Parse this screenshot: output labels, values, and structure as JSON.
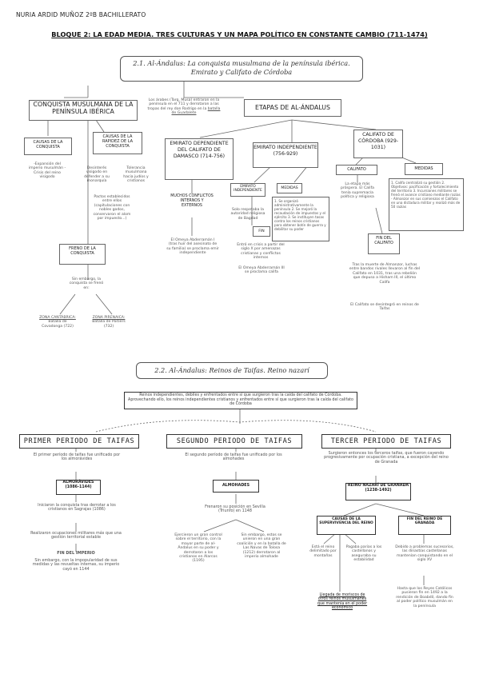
{
  "header": {
    "author": "NURIA ARDID MUÑOZ 2ºB BACHILLERATO"
  },
  "title": "BLOQUE 2: LA EDAD MEDIA. TRES CULTURAS Y UN MAPA POLÍTICO EN CONSTANTE CAMBIO (711-1474)",
  "s1": {
    "title_l1": "2.1. Al-Ándalus: La conquista musulmana de la península ibérica.",
    "title_l2": "Emirato y Califato de Córdoba",
    "conquista": "CONQUISTA MUSULMANA DE LA PENÍNSULA IBÉRICA",
    "intro_a": "Los árabes (Tarq, Musa) entraron en la península en el 711 y derrotaron a las tropas del rey don Rodrigo en la",
    "intro_b": "batalla de Guadalete",
    "etapas": "ETAPAS DE AL-ÁNDALUS",
    "causas": "CAUSAS DE LA CONQUISTA",
    "causas_txt": "-Expansión del imperio musulmán -Crisis del reino visigodo",
    "rapidez": "CAUSAS DE LA RAPIDEZ DE LA CONQUISTA",
    "rapidez_1": "Desinterés visigodo en defender a su monarquía",
    "rapidez_2": "Tolerancia musulmana hacia judíos y cristianos",
    "rapidez_3": "Pactos establecidos entre ellos (capitulaciones con nobles godos, conservaron el alom por impuesto...)",
    "freno": "FRENO DE LA CONQUISTA",
    "freno_txt": "Sin embargo, la conquista se frenó en:",
    "zona1_t": "ZONA CANTÁBRICA:",
    "zona1": "Batalla de Covadonga (722)",
    "zona2_t": "ZONA PIRENAICA:",
    "zona2": "Batalla de Poitiers (732)",
    "emirato_dep": "EMIRATO DEPENDIENTE DEL CALIFATO DE DAMASCO (714-756)",
    "conflictos": "MUCHOS CONFLICTOS INTERNOS Y EXTERNOS",
    "omeya1": "El Omeya Abderramán I (tras huir del asesinato de su familia) se proclama emir independiente",
    "emirato_ind": "EMIRATO INDEPENDIENTE (756-929)",
    "ei_box": "EMIRATO INDEPENDIENTE",
    "ei_txt": "Solo respetaba la autoridad religiosa de Bagdad",
    "medidas": "MEDIDAS",
    "medidas_txt": "1. Se organizó administrativamente la península 2. Se mejoró la recaudación de impuestos y el ejército 3. Se instituyen tasas contra los reinos cristianos para obtener botín de guerra y debilitar su poder",
    "fin": "FIN",
    "fin_txt": "Entró en crisis a partir del siglo X por amenazas cristianas y conflictos internos",
    "omeya3": "El Omeya Abderramán III se proclama califa",
    "califato": "CALIFATO DE CÓRDOBA (929-1031)",
    "califato_box": "CALIFATO",
    "califato_txt": "La etapa más próspera. El Califa tenía supremacía política y religiosa",
    "medidas2": "MEDIDAS",
    "medidas2_txt": "1. Califa centralizó su gestión 2. Objetivos: pacificación y fortalecimiento del territorio 3. Incursiones militares se frenó el avance cristiano mediante razias - Almanzor en sus comienzos el Califato en una dictadura militar y realizó más de 50 razias",
    "fin_cal": "FIN DEL CALIFATO",
    "fin_cal_txt": "Tras la muerte de Almanzor, luchas entre bandos rivales llevaron al fin del Califato en 1031, tras una rebelión que depuso a Hisham III, el último Califa",
    "fin_cal_txt2": "El Califato se desintegró en reinos de Taifas"
  },
  "s2": {
    "title": "2.2. Al-Ándalus: Reinos de Taifas. Reino nazarí",
    "def": "Reinos independientes, débiles y enfrentados entre sí que surgieron tras la caída del califato de Córdoba. Aprovechando ello, los reinos independientes cristianos y enfrentados entre sí que surgieron tras la caída del califato de Córdoba",
    "p1": "PRIMER PERIODO DE TAIFAS",
    "p1_txt": "El primer período de taifas fue unificado por los almorávides",
    "almoravides": "ALMORÁVIDES (1086-1144)",
    "alm_txt1": "Iniciaron la conquista tras derrotar a los cristianos en Sagrajas (1086)",
    "alm_txt2": "Realizaron ocupaciones militares más que una gestión territorial estable",
    "fin_imp": "FIN DEL IMPERIO",
    "fin_imp_txt": "Sin embargo, con la impopularidad de sus medidas y las revueltas internas, su imperio cayó en 1144",
    "p2": "SEGUNDO PERIODO DE TAIFAS",
    "p2_txt": "El segundo período de taifas fue unificado por los almohades",
    "almohades": "ALMOHADES",
    "almoh_txt": "Frenaron su posición en Sevilla (Triunfo) en 1148",
    "almoh_1": "Ejercieron un gran control sobre el territorio, con la mayor parte de al-Ándalus en su poder y derrotaron a los cristianos en Alarcos (1195)",
    "almoh_2": "Sin embargo, estos se unieron en una gran coalición y en la batalla de Las Navas de Tolosa (1212) derrotaron al imperio almohade",
    "p3": "TERCER PERIODO DE TAIFAS",
    "p3_txt": "Surgieron entonces los terceros taifas, que fueron cayendo progresivamente por ocupación cristiana, a excepción del reino de Granada",
    "nazari": "REINO NAZARÍ DE GRANADA (1238-1492)",
    "causas_sup": "CAUSAS DE LA SUPERVIVENCIA DEL REINO",
    "sup_1": "Está el reino delimitado por montañas",
    "sup_2": "Pagaba parias a los castellanos y aseguraba su estabilidad",
    "sup_3": "Llegada de moriscos de otros reinos musulmanes que mantenía en el poder económico",
    "fin_nazari": "FIN DEL REINO DE GRANADA",
    "fin_nazari_1": "Debido a problemas sucesorios, las dinastías castellanas mantenían conquistando en el siglo XV",
    "fin_nazari_2": "Hasta que los Reyes Católicos pusieron fin en 1492 a la rendición de Boabdil, dando fin al poder político musulmán en la península"
  }
}
